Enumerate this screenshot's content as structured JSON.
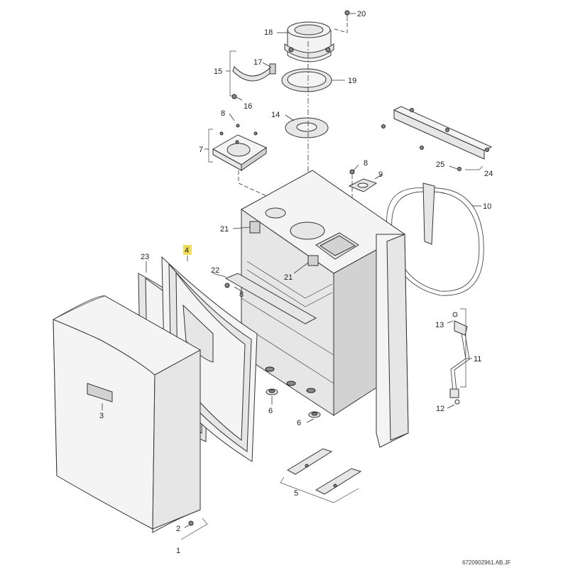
{
  "callouts": [
    {
      "id": "c20",
      "text": "20"
    },
    {
      "id": "c18",
      "text": "18"
    },
    {
      "id": "c15",
      "text": "15"
    },
    {
      "id": "c17",
      "text": "17"
    },
    {
      "id": "c19",
      "text": "19"
    },
    {
      "id": "c16",
      "text": "16"
    },
    {
      "id": "c14",
      "text": "14"
    },
    {
      "id": "c8a",
      "text": "8"
    },
    {
      "id": "c7",
      "text": "7"
    },
    {
      "id": "c8b",
      "text": "8"
    },
    {
      "id": "c9",
      "text": "9"
    },
    {
      "id": "c25",
      "text": "25"
    },
    {
      "id": "c24",
      "text": "24"
    },
    {
      "id": "c10",
      "text": "10"
    },
    {
      "id": "c21a",
      "text": "21"
    },
    {
      "id": "c4",
      "text": "4"
    },
    {
      "id": "c23",
      "text": "23"
    },
    {
      "id": "c22",
      "text": "22"
    },
    {
      "id": "c8c",
      "text": "8"
    },
    {
      "id": "c21b",
      "text": "21"
    },
    {
      "id": "c13",
      "text": "13"
    },
    {
      "id": "c11",
      "text": "11"
    },
    {
      "id": "c3",
      "text": "3"
    },
    {
      "id": "c6a",
      "text": "6"
    },
    {
      "id": "c6b",
      "text": "6"
    },
    {
      "id": "c12",
      "text": "12"
    },
    {
      "id": "c5",
      "text": "5"
    },
    {
      "id": "c2",
      "text": "2"
    },
    {
      "id": "c1",
      "text": "1"
    }
  ],
  "highlight": {
    "callout": "c4",
    "color": "#f2dc5b"
  },
  "drawing_code": "6720902961.AB.JF"
}
